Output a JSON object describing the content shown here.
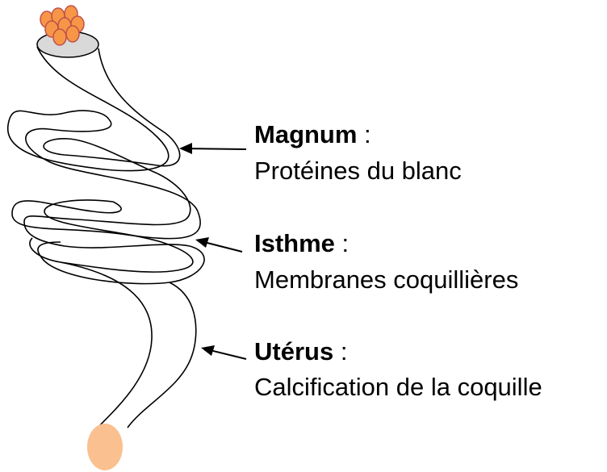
{
  "labels": [
    {
      "name": "Magnum",
      "separator": " :",
      "description": "Protéines du blanc"
    },
    {
      "name": "Isthme",
      "separator": " :",
      "description": "Membranes coquillières"
    },
    {
      "name": "Utérus",
      "separator": " :",
      "description": "Calcification de la coquille"
    }
  ],
  "colors": {
    "yolk": "#f79646",
    "yolk_stroke": "#c0504d",
    "infundibulum": "#d9d9d9",
    "egg": "#fac08f",
    "line": "#000000"
  }
}
